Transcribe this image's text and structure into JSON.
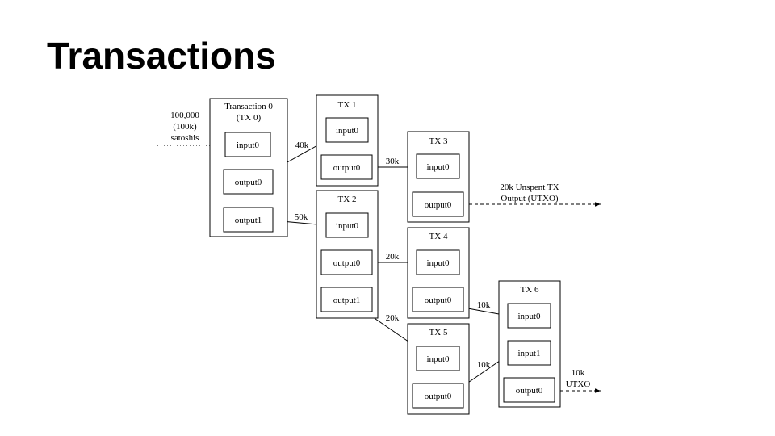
{
  "title": "Transactions",
  "source": {
    "lines": [
      "100,000",
      "(100k)",
      "satoshis"
    ]
  },
  "transactions": [
    {
      "id": "tx0",
      "title": [
        "Transaction 0",
        "(TX 0)"
      ],
      "ports": [
        {
          "id": "tx0-input0",
          "label": "input0"
        },
        {
          "id": "tx0-output0",
          "label": "output0"
        },
        {
          "id": "tx0-output1",
          "label": "output1"
        }
      ]
    },
    {
      "id": "tx1",
      "title": [
        "TX 1"
      ],
      "ports": [
        {
          "id": "tx1-input0",
          "label": "input0"
        },
        {
          "id": "tx1-output0",
          "label": "output0"
        }
      ]
    },
    {
      "id": "tx2",
      "title": [
        "TX 2"
      ],
      "ports": [
        {
          "id": "tx2-input0",
          "label": "input0"
        },
        {
          "id": "tx2-output0",
          "label": "output0"
        },
        {
          "id": "tx2-output1",
          "label": "output1"
        }
      ]
    },
    {
      "id": "tx3",
      "title": [
        "TX 3"
      ],
      "ports": [
        {
          "id": "tx3-input0",
          "label": "input0"
        },
        {
          "id": "tx3-output0",
          "label": "output0"
        }
      ]
    },
    {
      "id": "tx4",
      "title": [
        "TX 4"
      ],
      "ports": [
        {
          "id": "tx4-input0",
          "label": "input0"
        },
        {
          "id": "tx4-output0",
          "label": "output0"
        }
      ]
    },
    {
      "id": "tx5",
      "title": [
        "TX 5"
      ],
      "ports": [
        {
          "id": "tx5-input0",
          "label": "input0"
        },
        {
          "id": "tx5-output0",
          "label": "output0"
        }
      ]
    },
    {
      "id": "tx6",
      "title": [
        "TX 6"
      ],
      "ports": [
        {
          "id": "tx6-input0",
          "label": "input0"
        },
        {
          "id": "tx6-input1",
          "label": "input1"
        },
        {
          "id": "tx6-output0",
          "label": "output0"
        }
      ]
    }
  ],
  "edges": [
    {
      "from": "source",
      "to": "tx0-input0",
      "label": "",
      "style": "dotted"
    },
    {
      "from": "tx0-output0",
      "to": "tx1-input0",
      "label": "40k",
      "style": "solid"
    },
    {
      "from": "tx0-output1",
      "to": "tx2-input0",
      "label": "50k",
      "style": "solid"
    },
    {
      "from": "tx1-output0",
      "to": "tx3-input0",
      "label": "30k",
      "style": "solid"
    },
    {
      "from": "tx2-output0",
      "to": "tx4-input0",
      "label": "20k",
      "style": "solid"
    },
    {
      "from": "tx2-output1",
      "to": "tx5-input0",
      "label": "20k",
      "style": "solid"
    },
    {
      "from": "tx4-output0",
      "to": "tx6-input0",
      "label": "10k",
      "style": "solid"
    },
    {
      "from": "tx5-output0",
      "to": "tx6-input1",
      "label": "10k",
      "style": "solid"
    },
    {
      "from": "tx3-output0",
      "to": "utxo-1",
      "label": "",
      "style": "dashed"
    },
    {
      "from": "tx6-output0",
      "to": "utxo-2",
      "label": "",
      "style": "dashed"
    }
  ],
  "utxo_labels": [
    {
      "id": "utxo-1",
      "lines": [
        "20k Unspent TX",
        "Output (UTXO)"
      ]
    },
    {
      "id": "utxo-2",
      "lines": [
        "10k",
        "UTXO"
      ]
    }
  ]
}
